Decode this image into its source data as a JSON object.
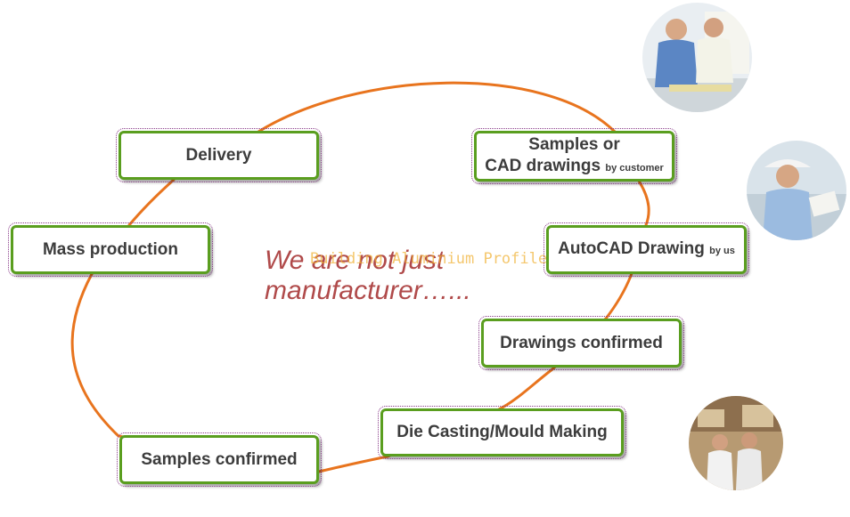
{
  "diagram": {
    "tagline_line1": "We are not just",
    "tagline_line2": "manufacturer…...",
    "watermark": "Building Aluminium Profile",
    "nodes": {
      "samples": {
        "line1": "Samples or",
        "line2": "CAD drawings",
        "note": "by customer"
      },
      "autocad": {
        "label": "AutoCAD Drawing",
        "note": "by us"
      },
      "drawings_confirmed": {
        "label": "Drawings confirmed"
      },
      "die_casting": {
        "label": "Die Casting/Mould Making"
      },
      "samples_confirmed": {
        "label": "Samples confirmed"
      },
      "mass_production": {
        "label": "Mass production"
      },
      "delivery": {
        "label": "Delivery"
      }
    },
    "colors": {
      "cycle_line": "#e8741e",
      "box_border": "#5a9e1f",
      "tagline": "#b04a4a",
      "watermark": "#f0b030"
    }
  }
}
